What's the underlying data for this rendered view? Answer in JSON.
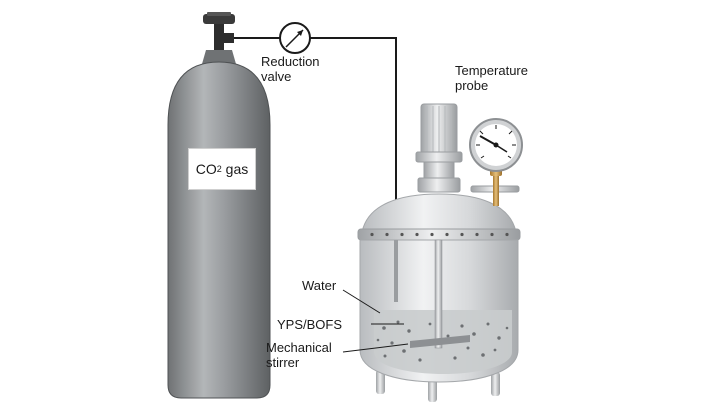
{
  "labels": {
    "co2_prefix": "CO",
    "co2_subscript": "2",
    "co2_suffix": " gas",
    "reduction_valve_line1": "Reduction",
    "reduction_valve_line2": "valve",
    "temperature_probe_line1": "Temperature",
    "temperature_probe_line2": "probe",
    "water": "Water",
    "sample": "YPS/BOFS",
    "stirrer_line1": "Mechanical",
    "stirrer_line2": "stirrer"
  },
  "colors": {
    "cylinder": "#8e9193",
    "vessel": "#d9dcde",
    "water": "#c9cccd",
    "pipe": "#1a1a1a",
    "brass": "#c79a4a"
  }
}
